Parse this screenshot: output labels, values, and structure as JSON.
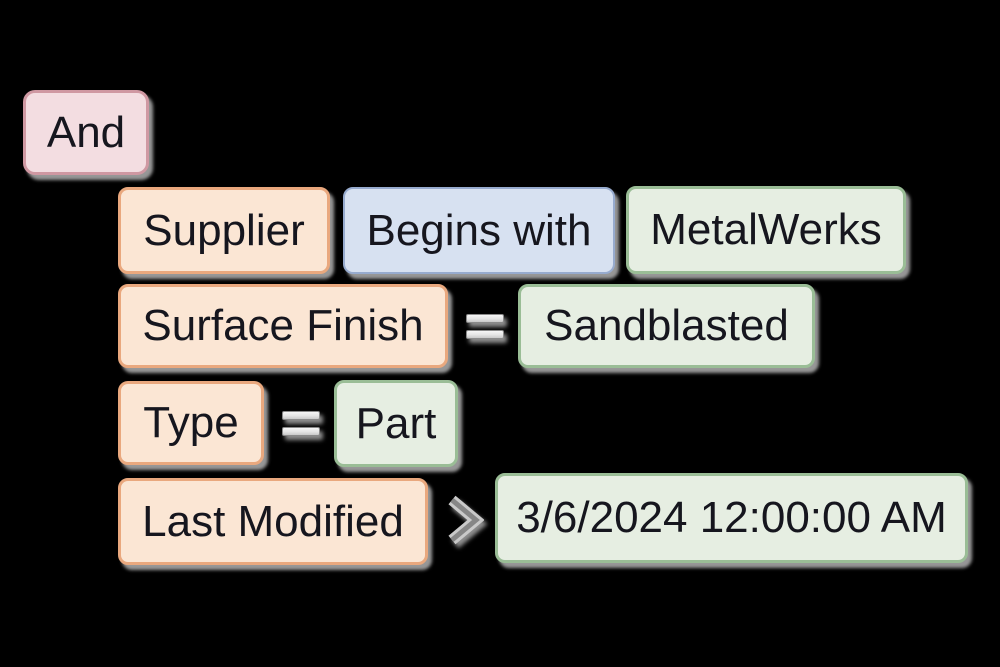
{
  "group": {
    "operator": "And"
  },
  "conditions": [
    {
      "field": "Supplier",
      "operator": "Begins with",
      "value": "MetalWerks"
    },
    {
      "field": "Surface Finish",
      "operator": "=",
      "value": "Sandblasted"
    },
    {
      "field": "Type",
      "operator": "=",
      "value": "Part"
    },
    {
      "field": "Last Modified",
      "operator": ">",
      "value": "3/6/2024 12:00:00 AM"
    }
  ],
  "colors": {
    "background": "#000000",
    "group_bg": "#f3dde1",
    "group_border": "#cf98a2",
    "field_bg": "#fbe6d4",
    "field_border": "#e9a87e",
    "operator_bg": "#d7e1f1",
    "operator_border": "#97abce",
    "value_bg": "#e6eee2",
    "value_border": "#9abd96",
    "text": "#16161e",
    "shadow": "#b2b2b2",
    "icon_gray": "#8a8a8a"
  }
}
